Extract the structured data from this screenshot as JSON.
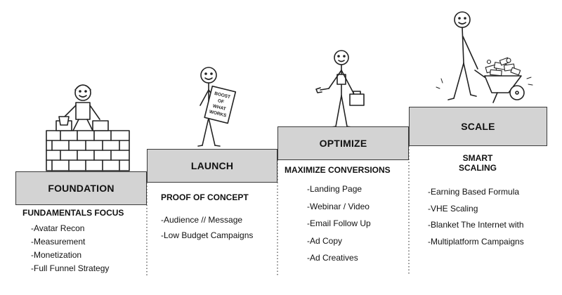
{
  "steps": [
    {
      "title": "FOUNDATION",
      "heading": "FUNDAMENTALS FOCUS",
      "items": [
        "-Avatar Recon",
        "-Measurement",
        "-Monetization",
        "-Full Funnel Strategy"
      ]
    },
    {
      "title": "LAUNCH",
      "heading": "PROOF OF CONCEPT",
      "items": [
        "-Audience // Message",
        "-Low Budget Campaigns"
      ]
    },
    {
      "title": "OPTIMIZE",
      "heading": "MAXIMIZE CONVERSIONS",
      "items": [
        "-Landing Page",
        "-Webinar / Video",
        "-Email Follow Up",
        "-Ad Copy",
        "-Ad Creatives"
      ]
    },
    {
      "title": "SCALE",
      "heading_lines": [
        "SMART",
        "SCALING"
      ],
      "items": [
        "-Earning Based Formula",
        "-VHE Scaling",
        "-Blanket The Internet with",
        "-Multiplatform Campaigns"
      ]
    }
  ],
  "illustrations": {
    "foundation": "stick-figure-building-brick-wall",
    "launch": "stick-figure-holding-sign",
    "sign_text": [
      "BOOST",
      "OF",
      "WHAT",
      "WORKS"
    ],
    "optimize": "stick-figure-with-wrench-and-toolbox",
    "scale": "stick-figure-pushing-wheelbarrow-of-money"
  },
  "colors": {
    "step_fill": "#d3d3d3",
    "stroke": "#3a3a3a"
  }
}
